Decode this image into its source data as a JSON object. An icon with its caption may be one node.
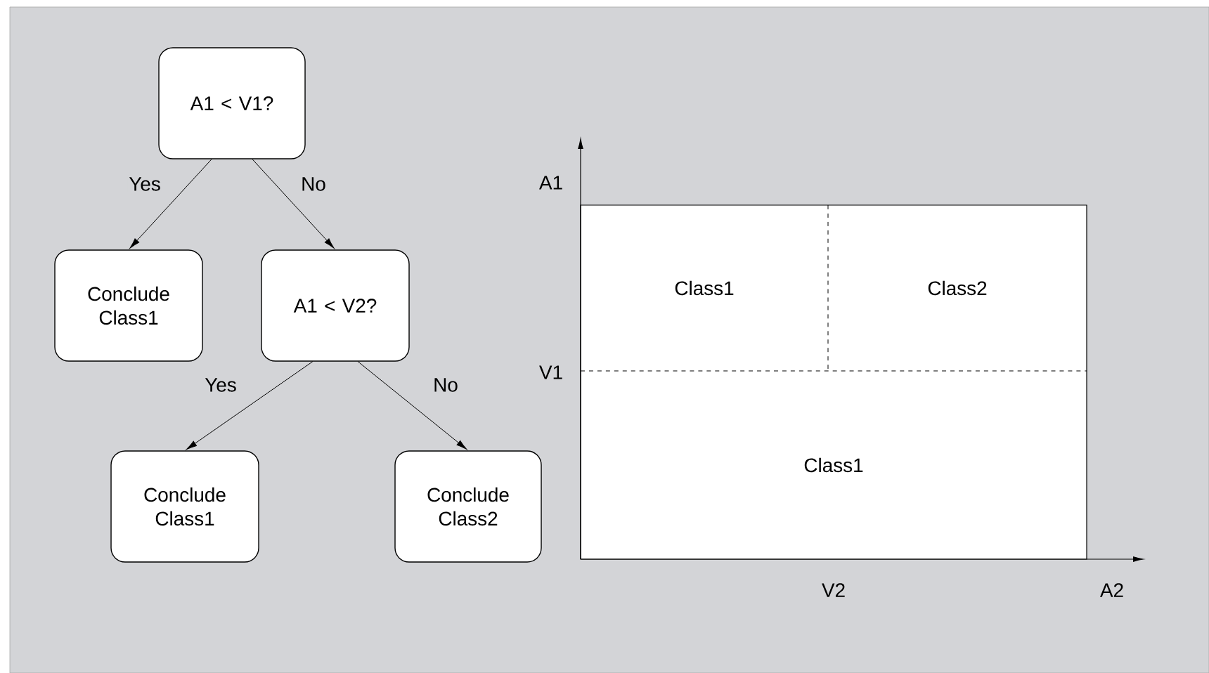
{
  "diagram": {
    "nodes": [
      {
        "text": [
          "A1 < V1?"
        ]
      },
      {
        "text": [
          "Conclude Class1"
        ]
      },
      {
        "text": [
          "A1 < V2?"
        ]
      },
      {
        "text": [
          "Conclude Class1"
        ]
      },
      {
        "text": [
          "Conclude Class2"
        ]
      },
      {
        "text": [
          "Class1"
        ]
      },
      {
        "text": [
          "Class2"
        ]
      },
      {
        "text": [
          "Class1"
        ]
      }
    ],
    "edges": [
      {
        "from": 0,
        "to": 1,
        "arrow": "to",
        "label": "Yes"
      },
      {
        "from": 0,
        "to": 2,
        "arrow": "to",
        "label": "No"
      },
      {
        "from": 2,
        "to": 3,
        "arrow": "to",
        "label": "Yes"
      },
      {
        "from": 2,
        "to": 4,
        "arrow": "to",
        "label": "No"
      }
    ],
    "labels": [
      "A1",
      "V1",
      "V2",
      "A2"
    ]
  }
}
